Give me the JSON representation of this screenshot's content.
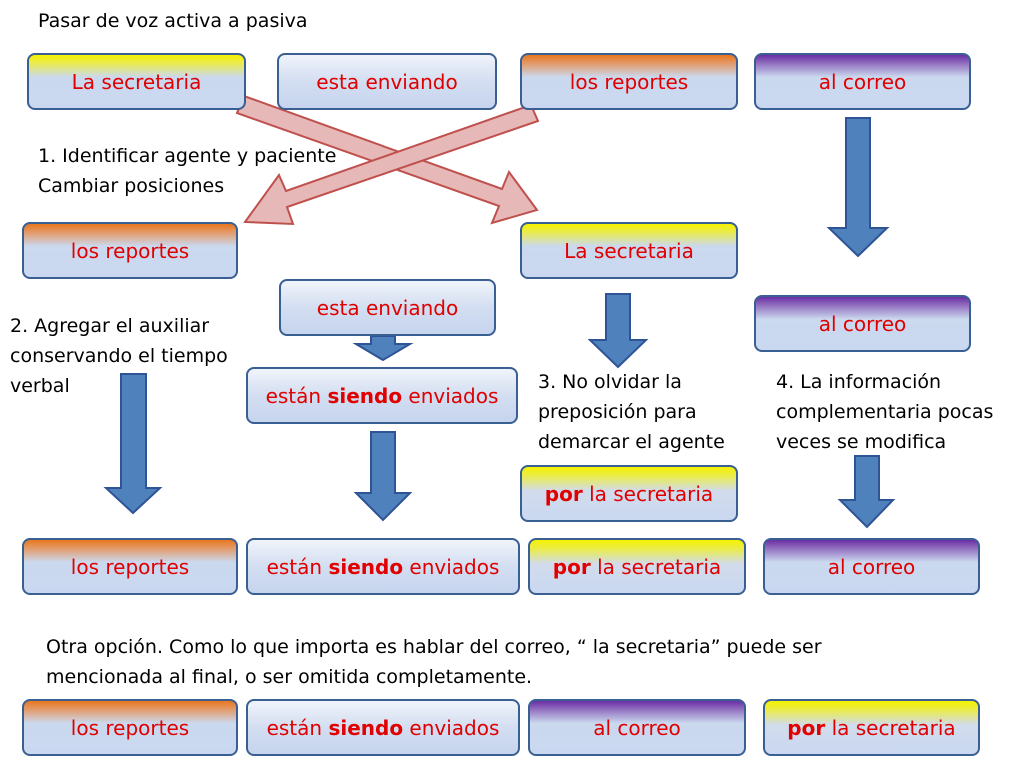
{
  "title": "Pasar de voz activa a pasiva",
  "row1": {
    "agent": "La secretaria",
    "verb": "esta enviando",
    "patient": "los reportes",
    "complement": "al correo"
  },
  "step1": {
    "line1": "1.  Identificar agente y paciente",
    "line2": "Cambiar posiciones"
  },
  "row2": {
    "patient": "los reportes",
    "agent": "La secretaria"
  },
  "row3": {
    "verb": "esta enviando",
    "complement": "al correo"
  },
  "step2": {
    "line1": "2. Agregar el auxiliar",
    "line2": "conservando el tiempo",
    "line3": "verbal"
  },
  "passive_verb": {
    "pre": "están ",
    "bold": "siendo",
    "post": " enviados"
  },
  "step3": {
    "line1": "3. No olvidar la",
    "line2": "preposición para",
    "line3": "demarcar el agente"
  },
  "step4": {
    "line1": "4.  La información",
    "line2": "complementaria pocas",
    "line3": "veces se modifica"
  },
  "agent_phrase": {
    "bold": "por",
    "rest": " la secretaria"
  },
  "result": {
    "patient": "los reportes",
    "complement": "al correo"
  },
  "note": {
    "line1": "Otra opción. Como lo que importa es hablar del correo, “ la secretaria” puede ser",
    "line2": "mencionada al final, o ser omitida completamente."
  },
  "alt": {
    "patient": "los reportes",
    "complement": "al correo"
  },
  "colors": {
    "box_border": "#3a5f92",
    "box_text": "#e00000",
    "arrow_blue": "#4f81bd",
    "cross_arrow": "#e6b8b7"
  }
}
